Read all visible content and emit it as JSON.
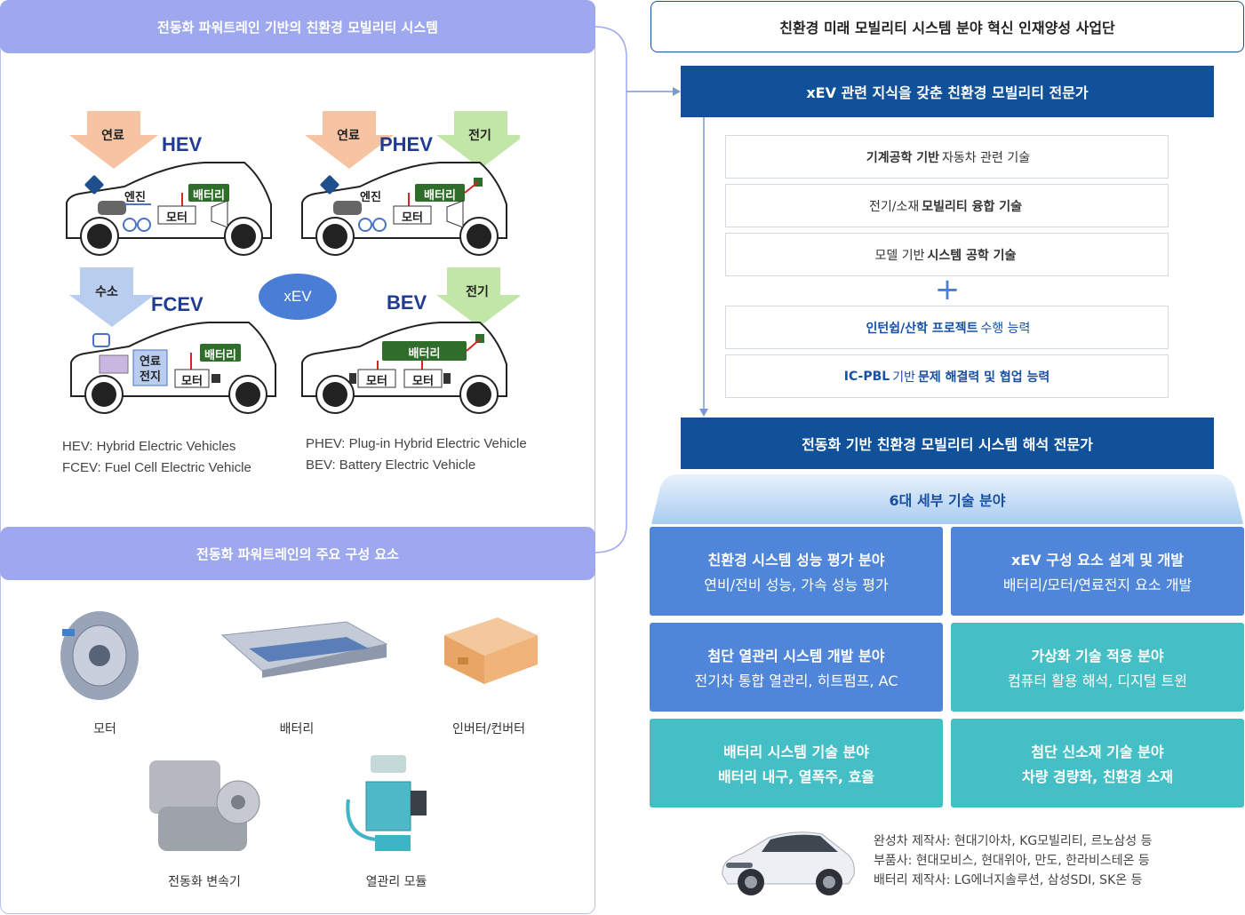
{
  "left_panel": {
    "title": "전동화 파워트레인 기반의 친환경 모빌리티 시스템",
    "center_badge": "xEV",
    "cars": [
      {
        "id": "hev",
        "name": "HEV",
        "inputs": [
          "연료"
        ],
        "parts": [
          "엔진",
          "배터리",
          "모터"
        ]
      },
      {
        "id": "phev",
        "name": "PHEV",
        "inputs": [
          "연료",
          "전기"
        ],
        "parts": [
          "엔진",
          "배터리",
          "모터"
        ]
      },
      {
        "id": "fcev",
        "name": "FCEV",
        "inputs": [
          "수소"
        ],
        "parts": [
          "연료",
          "전지",
          "배터리",
          "모터"
        ]
      },
      {
        "id": "bev",
        "name": "BEV",
        "inputs": [
          "전기"
        ],
        "parts": [
          "배터리",
          "모터",
          "모터"
        ]
      }
    ],
    "definitions_left": [
      "HEV: Hybrid Electric Vehicles",
      "FCEV: Fuel Cell Electric Vehicle"
    ],
    "definitions_right": [
      "PHEV: Plug-in Hybrid Electric Vehicle",
      "BEV: Battery Electric Vehicle"
    ]
  },
  "components_panel": {
    "title": "전동화 파워트레인의 주요 구성 요소",
    "items": [
      "모터",
      "배터리",
      "인버터/컨버터",
      "전동화 변속기",
      "열관리 모듈"
    ]
  },
  "right": {
    "top_title": "친환경 미래 모빌리티 시스템 분야 혁신 인재양성 사업단",
    "goal1": "xEV 관련 지식을 갖춘 친환경 모빌리티 전문가",
    "skills": [
      {
        "bold_pre": "기계공학 기반",
        "plain": "자동차 관련 기술",
        "bold_post": ""
      },
      {
        "bold_pre": "",
        "plain": "전기/소재",
        "bold_post": "모빌리티 융합 기술"
      },
      {
        "bold_pre": "",
        "plain": "모델 기반",
        "bold_post": "시스템 공학 기술"
      }
    ],
    "plus": "+",
    "skills2": [
      {
        "bold_pre": "인턴쉽/산학 프로젝트",
        "plain": "수행 능력",
        "bold_post": ""
      },
      {
        "bold_pre": "IC-PBL",
        "plain": "기반",
        "bold_post": "문제 해결력 및 협업 능력"
      }
    ],
    "goal2": "전동화 기반 친환경 모빌리티 시스템 해석 전문가",
    "fields_header": "6대 세부 기술 분야",
    "fields": [
      {
        "title": "친환경 시스템 성능 평가 분야",
        "sub": "연비/전비 성능, 가속 성능 평가"
      },
      {
        "title": "xEV 구성 요소 설계 및 개발",
        "sub": "배터리/모터/연료전지 요소 개발"
      },
      {
        "title": "첨단 열관리 시스템 개발 분야",
        "sub": "전기차 통합 열관리, 히트펌프, AC"
      },
      {
        "title": "가상화 기술 적용 분야",
        "sub": "컴퓨터 활용 해석, 디지털 트윈"
      },
      {
        "title": "배터리 시스템 기술 분야",
        "sub": "배터리 내구, 열폭주, 효율"
      },
      {
        "title": "첨단 신소재 기술 분야",
        "sub": "차량 경량화, 친환경 소재"
      }
    ],
    "manufacturers": [
      "완성차 제작사: 현대기아차, KG모빌리티, 르노삼성 등",
      "부품사: 현대모비스, 현대위아, 만도, 한라비스테온 등",
      "배터리 제작사: LG에너지솔루션, 삼성SDI, SK온 등"
    ]
  },
  "colors": {
    "navy": "#10519a",
    "lavender": "#9ea8ee",
    "blue_cell": "#4f86da",
    "teal_cell": "#43bfc5",
    "battery": "#2f6d2a",
    "fuel_arrow": "#f6c3a3",
    "elec_arrow": "#c2e6a8",
    "h2_arrow": "#b9cdee"
  }
}
